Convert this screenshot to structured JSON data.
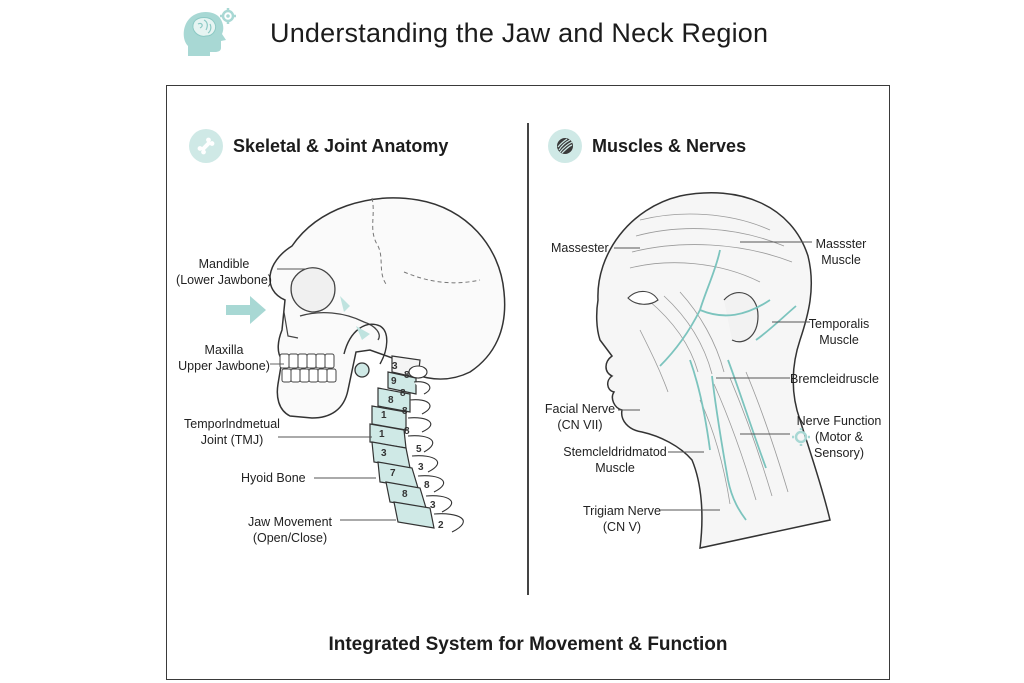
{
  "header": {
    "title": "Understanding the Jaw and Neck Region",
    "icon": "brain-gear-icon",
    "accent": "#a8d8d4"
  },
  "left_panel": {
    "title": "Skeletal & Joint Anatomy",
    "icon": "bone-icon",
    "labels": {
      "mandible": "Mandible\n(Lower Jawbone)",
      "maxilla": "Maxilla\nUpper Jawbone)",
      "tmj": "Temporlndmetual\nJoint (TMJ)",
      "hyoid": "Hyoid Bone",
      "jaw_movement": "Jaw Movement\n(Open/Close)"
    },
    "vertebra_numbers": [
      "9",
      "8",
      "1",
      "1",
      "3",
      "7",
      "8"
    ],
    "spine_numbers": [
      "8",
      "8",
      "8",
      "8",
      "5",
      "3",
      "8",
      "3",
      "2"
    ]
  },
  "right_panel": {
    "title": "Muscles & Nerves",
    "icon": "muscle-fiber-icon",
    "labels": {
      "massester_left": "Massester",
      "massster_right": "Massster\nMuscle",
      "temporalis": "Temporalis\nMuscle",
      "bremcleid": "Bremcleidruscle",
      "facial_nerve": "Facial Nerve\n(CN VII)",
      "nerve_function": "Nerve Function\n(Motor &\nSensory)",
      "sternocleid": "Stemcleldridmatod\nMuscle",
      "trigeminal": "Trigiam Nerve\n(CN V)"
    }
  },
  "footer": {
    "text": "Integrated System for Movement & Function"
  }
}
